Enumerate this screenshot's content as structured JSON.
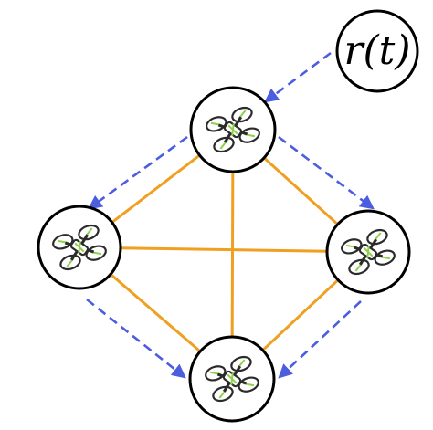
{
  "reference": {
    "label": "r(t)"
  },
  "colors": {
    "communication_edge": "#f0a020",
    "signal_arrow": "#4c5ee0",
    "node_border": "#000000",
    "drone_arm": "#2b2b2b",
    "drone_accent": "#8fd14f"
  },
  "nodes": [
    {
      "id": "top",
      "icon": "drone-icon"
    },
    {
      "id": "left",
      "icon": "drone-icon"
    },
    {
      "id": "right",
      "icon": "drone-icon"
    },
    {
      "id": "bottom",
      "icon": "drone-icon"
    }
  ],
  "edges": [
    {
      "from": "top",
      "to": "left"
    },
    {
      "from": "top",
      "to": "right"
    },
    {
      "from": "top",
      "to": "bottom"
    },
    {
      "from": "left",
      "to": "right"
    },
    {
      "from": "left",
      "to": "bottom"
    },
    {
      "from": "right",
      "to": "bottom"
    }
  ],
  "signals": [
    {
      "from": "reference",
      "to": "top"
    },
    {
      "from": "top",
      "to": "left"
    },
    {
      "from": "top",
      "to": "right"
    },
    {
      "from": "left",
      "to": "bottom"
    },
    {
      "from": "right",
      "to": "bottom"
    }
  ]
}
